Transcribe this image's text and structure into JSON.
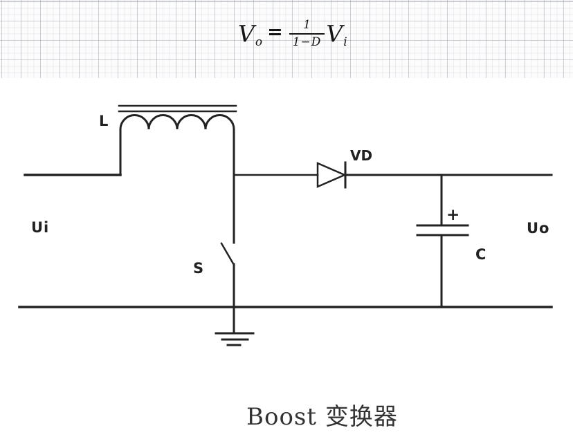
{
  "formula": {
    "lhs_base": "V",
    "lhs_sub": "o",
    "equals": "=",
    "frac_num": "1",
    "frac_den": "1−D",
    "rhs_base": "V",
    "rhs_sub": "i"
  },
  "circuit": {
    "type": "boost-converter-schematic",
    "labels": {
      "inductor": "L",
      "input_voltage": "Ui",
      "switch": "S",
      "diode": "VD",
      "capacitor_polarity": "+",
      "capacitor": "C",
      "output_voltage": "Uo"
    }
  },
  "caption": "Boost 变换器",
  "colors": {
    "wire": "#222222",
    "grid_line": "#c5cad2",
    "band_background": "#fcfcfc",
    "caption_text": "#333333"
  }
}
